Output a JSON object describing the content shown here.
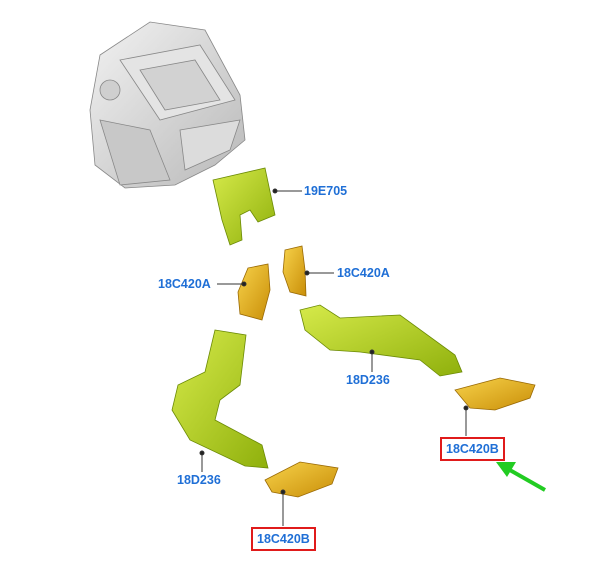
{
  "parts": {
    "heater_unit": {
      "label": ""
    },
    "duct_center": {
      "label": "19E705"
    },
    "adapter_left": {
      "label": "18C420A"
    },
    "adapter_right": {
      "label": "18C420A"
    },
    "duct_right": {
      "label": "18D236"
    },
    "duct_left": {
      "label": "18D236"
    },
    "vent_right": {
      "label": "18C420B",
      "highlighted": true
    },
    "vent_left": {
      "label": "18C420B",
      "highlighted": true
    }
  },
  "colors": {
    "label": "#1f6fd6",
    "highlight_box": "#e01b1b",
    "arrow": "#22cc22",
    "duct": "#a8c814",
    "adapter": "#e8b018"
  }
}
